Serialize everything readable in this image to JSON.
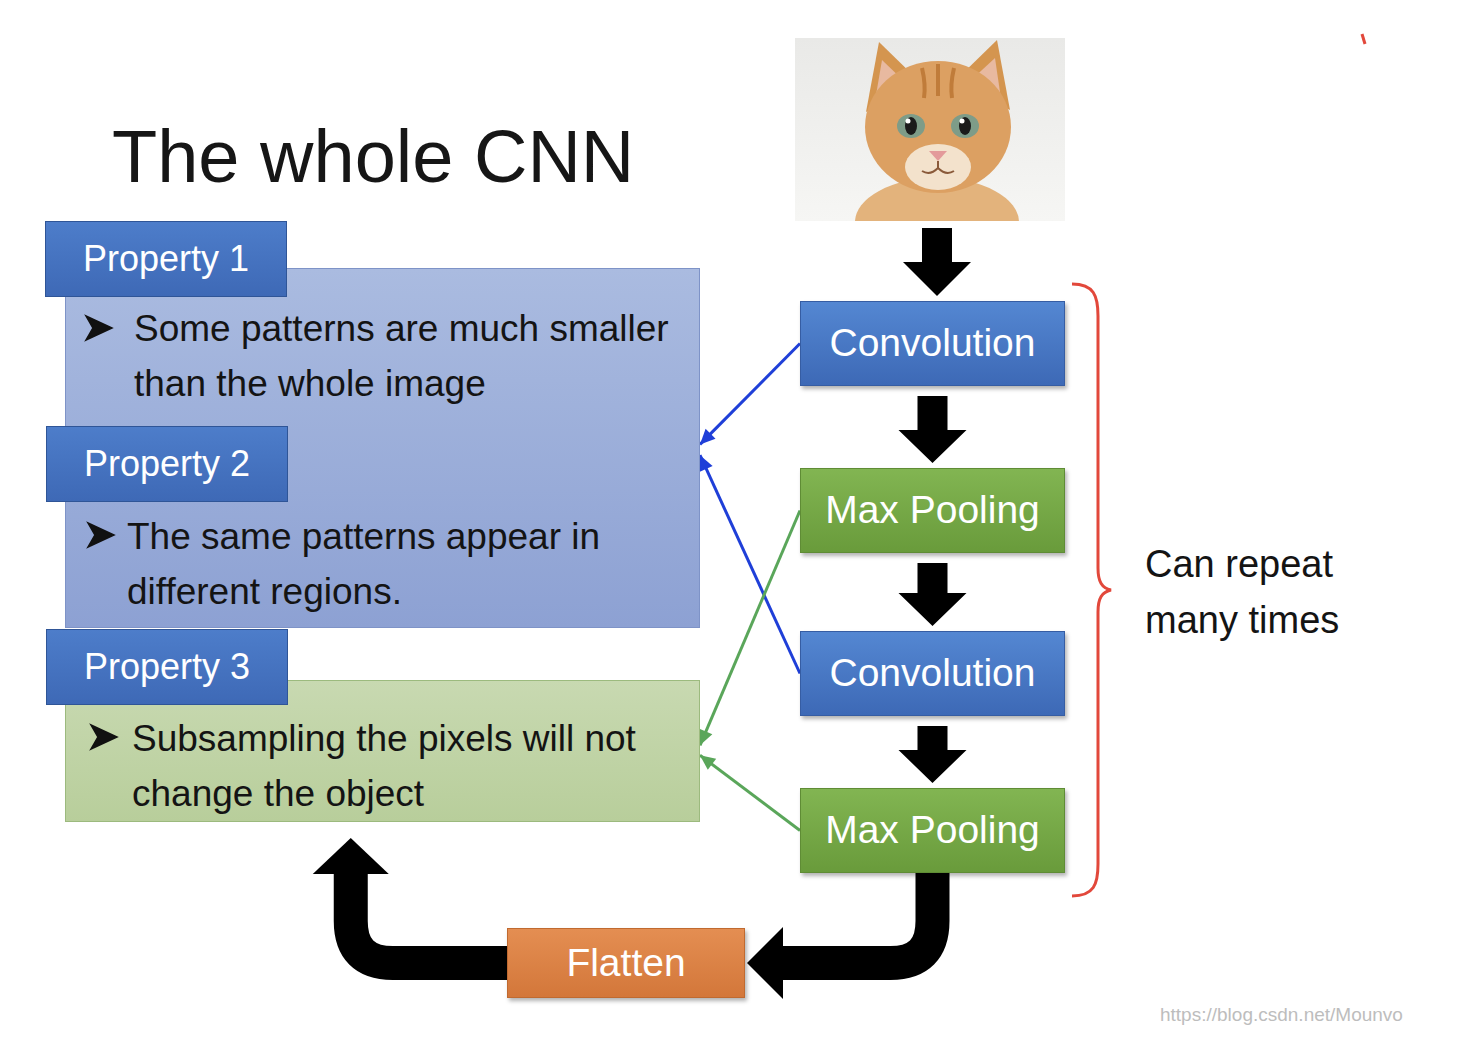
{
  "diagram": {
    "title": "The whole CNN",
    "nodes": [
      {
        "text": [
          "Property 1",
          "Some patterns are much smaller than the whole image",
          "Property 2",
          "The same patterns appear in different regions."
        ]
      },
      {
        "text": [
          "Property 3",
          "Subsampling the pixels will not change the object"
        ]
      },
      {
        "text": [
          "Convolution"
        ]
      },
      {
        "text": [
          "Max Pooling"
        ]
      },
      {
        "text": [
          "Convolution"
        ]
      },
      {
        "text": [
          "Max Pooling"
        ]
      },
      {
        "text": [
          "Flatten"
        ]
      }
    ],
    "edges": [
      {
        "from": 2,
        "to": 3,
        "arrow": "to"
      },
      {
        "from": 3,
        "to": 4,
        "arrow": "to"
      },
      {
        "from": 4,
        "to": 5,
        "arrow": "to"
      },
      {
        "from": 5,
        "to": 6,
        "arrow": "to"
      },
      {
        "from": 6,
        "to": 1,
        "arrow": "to"
      },
      {
        "from": 2,
        "to": 0,
        "arrow": "to"
      },
      {
        "from": 4,
        "to": 0,
        "arrow": "to"
      },
      {
        "from": 3,
        "to": 1,
        "arrow": "to"
      },
      {
        "from": 5,
        "to": 1,
        "arrow": "to"
      }
    ],
    "labels": [
      "Can repeat many times",
      "https://blog.csdn.net/Mounvo"
    ]
  }
}
